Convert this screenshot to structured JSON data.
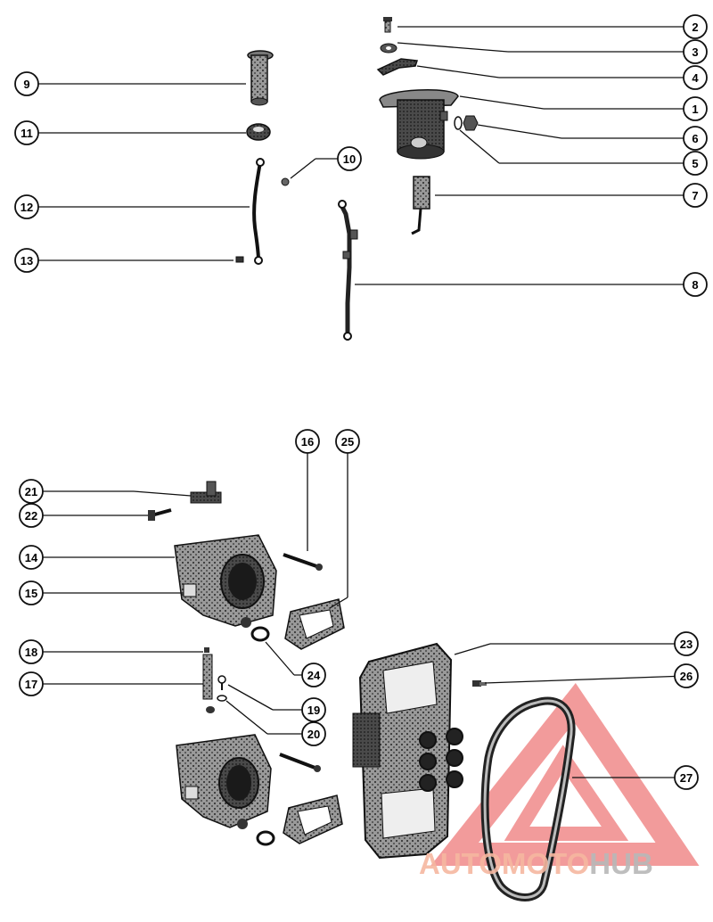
{
  "diagram": {
    "callouts": [
      "1",
      "2",
      "3",
      "4",
      "5",
      "6",
      "7",
      "8",
      "9",
      "10",
      "11",
      "12",
      "13",
      "14",
      "15",
      "16",
      "17",
      "18",
      "19",
      "20",
      "21",
      "22",
      "23",
      "24",
      "25",
      "26",
      "27"
    ]
  },
  "watermark": {
    "part1": "AUTOMOTO",
    "part2": "HUB",
    "color_primary": "#f6a7a7",
    "color_secondary": "#b8b8b8"
  },
  "colors": {
    "ink": "#1a1a1a",
    "paper": "#ffffff"
  }
}
